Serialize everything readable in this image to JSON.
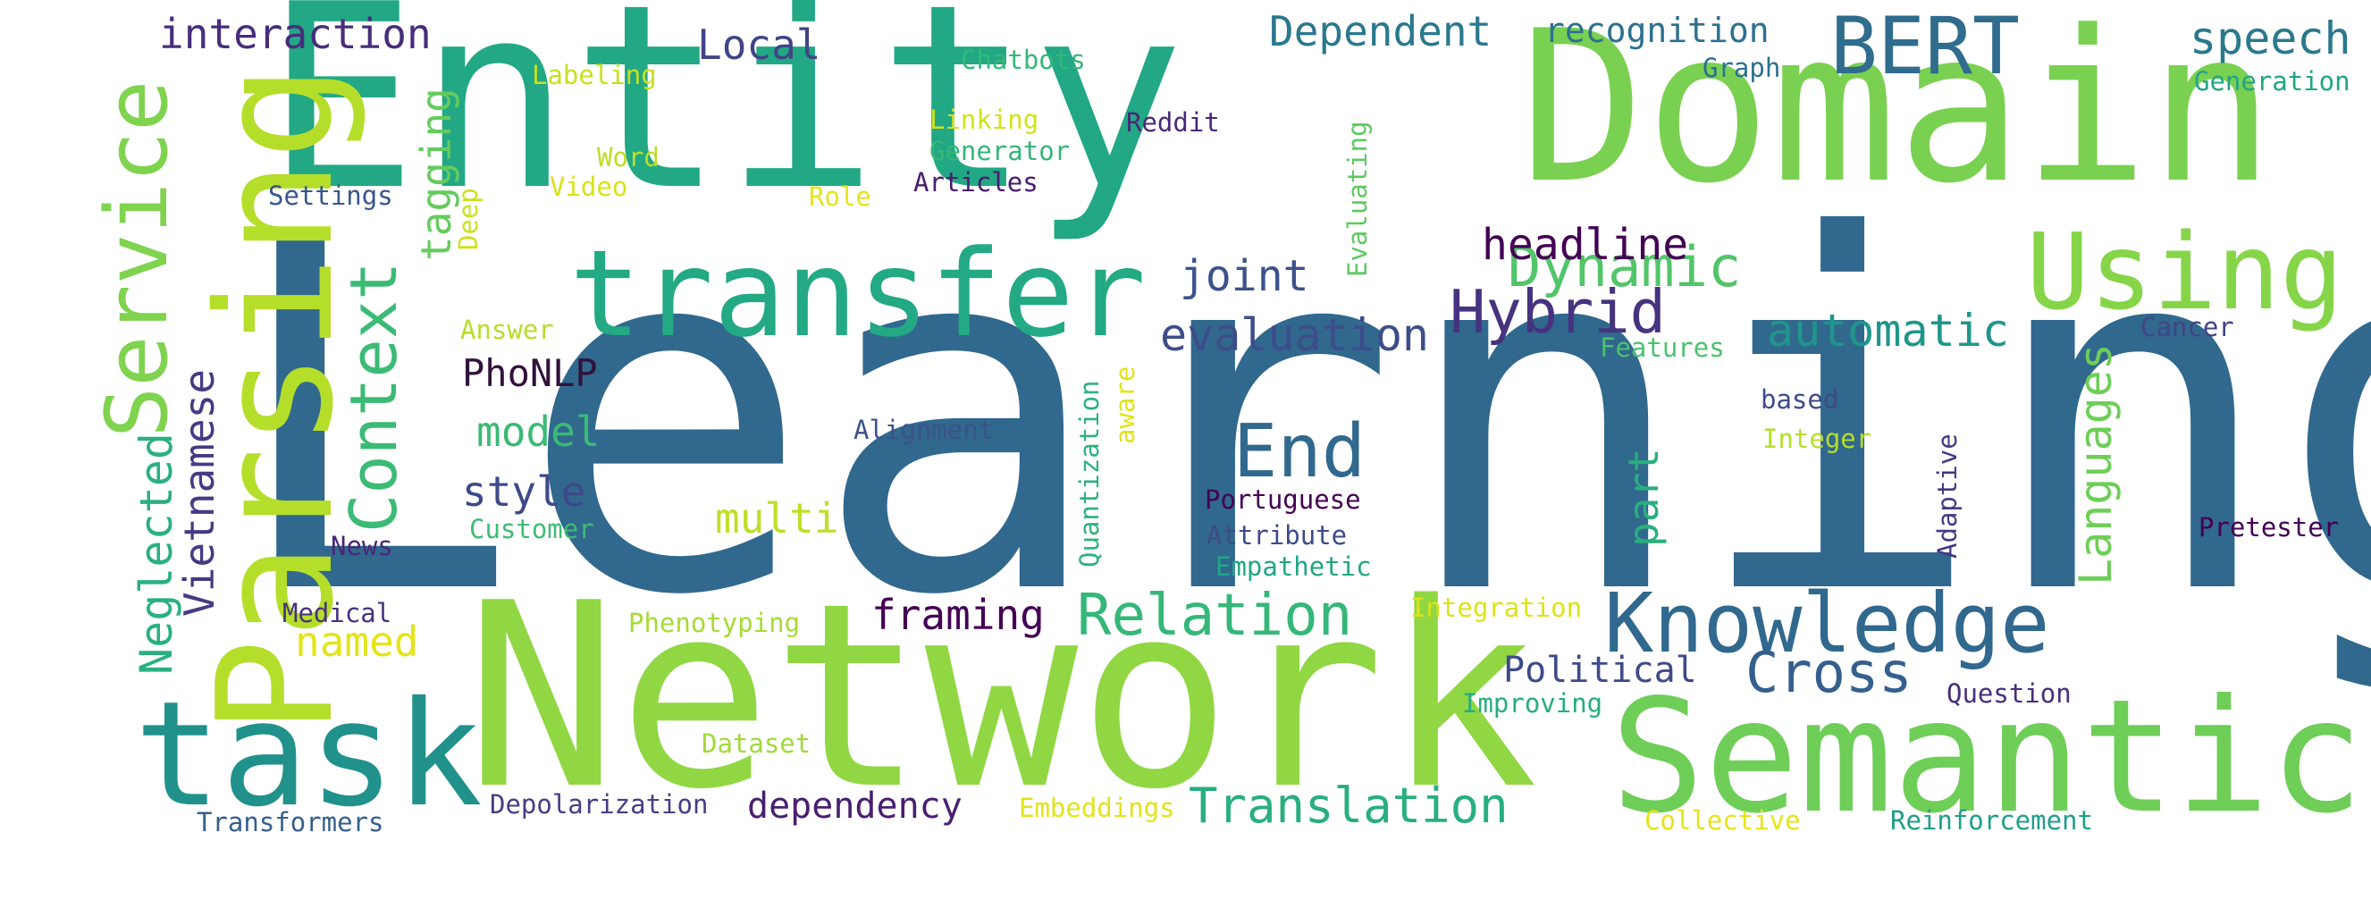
{
  "words": [
    {
      "text": "Learning",
      "color": "#31688e"
    },
    {
      "text": "Entity",
      "color": "#22a884"
    },
    {
      "text": "Network",
      "color": "#90d743"
    },
    {
      "text": "Domain",
      "color": "#7ad151"
    },
    {
      "text": "Semantic",
      "color": "#6ece58"
    },
    {
      "text": "Parsing",
      "color": "#b5de2b"
    },
    {
      "text": "task",
      "color": "#21918c"
    },
    {
      "text": "transfer",
      "color": "#23a983"
    },
    {
      "text": "Using",
      "color": "#86d549"
    },
    {
      "text": "Service",
      "color": "#7fd34e"
    },
    {
      "text": "Knowledge",
      "color": "#31688e"
    },
    {
      "text": "BERT",
      "color": "#2f6c8e"
    },
    {
      "text": "Context",
      "color": "#3bbb75"
    },
    {
      "text": "End",
      "color": "#31688e"
    },
    {
      "text": "Hybrid",
      "color": "#46337f"
    },
    {
      "text": "Relation",
      "color": "#35b779"
    },
    {
      "text": "Dynamic",
      "color": "#52c569"
    },
    {
      "text": "Cross",
      "color": "#355f8d"
    },
    {
      "text": "speech",
      "color": "#2a788e"
    },
    {
      "text": "Translation",
      "color": "#29af7f"
    },
    {
      "text": "Languages",
      "color": "#6ece58"
    },
    {
      "text": "Neglected",
      "color": "#2ab07f"
    },
    {
      "text": "Vietnamese",
      "color": "#443b84"
    },
    {
      "text": "evaluation",
      "color": "#3d4d8a"
    },
    {
      "text": "automatic",
      "color": "#1f968b"
    },
    {
      "text": "headline",
      "color": "#440154"
    },
    {
      "text": "joint",
      "color": "#3b528b"
    },
    {
      "text": "interaction",
      "color": "#472d7b"
    },
    {
      "text": "Dependent",
      "color": "#2a788e"
    },
    {
      "text": "Local",
      "color": "#414487"
    },
    {
      "text": "tagging",
      "color": "#65cb5e"
    },
    {
      "text": "framing",
      "color": "#440154"
    },
    {
      "text": "named",
      "color": "#e5e419"
    },
    {
      "text": "multi",
      "color": "#bddf26"
    },
    {
      "text": "model",
      "color": "#3aba76"
    },
    {
      "text": "style",
      "color": "#3e4989"
    },
    {
      "text": "PhoNLP",
      "color": "#30123b"
    },
    {
      "text": "part",
      "color": "#29af7f"
    },
    {
      "text": "Political",
      "color": "#3e4a89"
    },
    {
      "text": "dependency",
      "color": "#481f70"
    },
    {
      "text": "recognition",
      "color": "#2d708e"
    },
    {
      "text": "Labeling",
      "color": "#c8e020"
    },
    {
      "text": "Chatbots",
      "color": "#35b779"
    },
    {
      "text": "Graph",
      "color": "#2d708e"
    },
    {
      "text": "Generation",
      "color": "#21a585"
    },
    {
      "text": "Linking",
      "color": "#d2e21b"
    },
    {
      "text": "Generator",
      "color": "#35b779"
    },
    {
      "text": "Reddit",
      "color": "#482878"
    },
    {
      "text": "Articles",
      "color": "#481b6d"
    },
    {
      "text": "Word",
      "color": "#bddf26"
    },
    {
      "text": "Video",
      "color": "#d8e219"
    },
    {
      "text": "Role",
      "color": "#e5e419"
    },
    {
      "text": "Settings",
      "color": "#39568c"
    },
    {
      "text": "Deep",
      "color": "#cde11d"
    },
    {
      "text": "Evaluating",
      "color": "#5ec962"
    },
    {
      "text": "Answer",
      "color": "#b5de2b"
    },
    {
      "text": "Features",
      "color": "#4ac16d"
    },
    {
      "text": "Cancer",
      "color": "#414487"
    },
    {
      "text": "Alignment",
      "color": "#3b528b"
    },
    {
      "text": "aware",
      "color": "#e2e418"
    },
    {
      "text": "based",
      "color": "#3e4a89"
    },
    {
      "text": "Integer",
      "color": "#b5de2b"
    },
    {
      "text": "Portuguese",
      "color": "#440154"
    },
    {
      "text": "Quantization",
      "color": "#2db27d"
    },
    {
      "text": "Attribute",
      "color": "#3e4a89"
    },
    {
      "text": "Empathetic",
      "color": "#21a685"
    },
    {
      "text": "Adaptive",
      "color": "#443983"
    },
    {
      "text": "Pretester",
      "color": "#440154"
    },
    {
      "text": "Customer",
      "color": "#3dbc74"
    },
    {
      "text": "News",
      "color": "#482677"
    },
    {
      "text": "Medical",
      "color": "#46327e"
    },
    {
      "text": "Phenotyping",
      "color": "#a5db36"
    },
    {
      "text": "Integration",
      "color": "#dde318"
    },
    {
      "text": "Improving",
      "color": "#26ad81"
    },
    {
      "text": "Question",
      "color": "#472f7d"
    },
    {
      "text": "Dataset",
      "color": "#a0da39"
    },
    {
      "text": "Depolarization",
      "color": "#433e85"
    },
    {
      "text": "Embeddings",
      "color": "#e2e418"
    },
    {
      "text": "Collective",
      "color": "#e5e419"
    },
    {
      "text": "Reinforcement",
      "color": "#1f9e89"
    },
    {
      "text": "Transformers",
      "color": "#355f8d"
    }
  ]
}
